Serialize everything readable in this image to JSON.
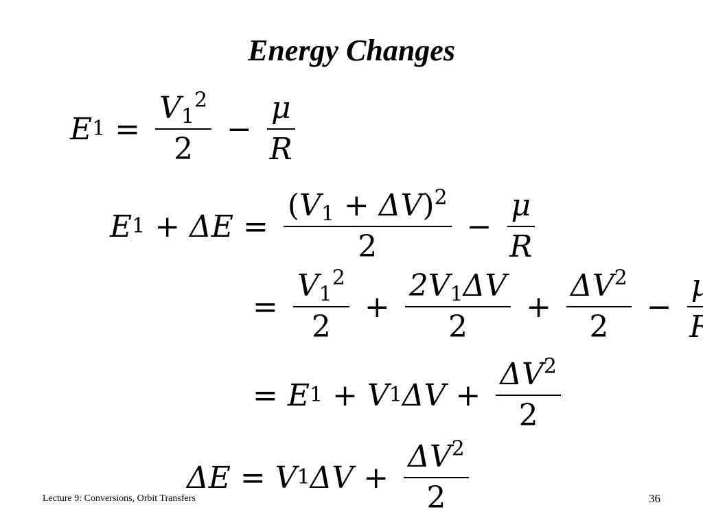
{
  "title": "Energy Changes",
  "footer": {
    "left": "Lecture 9: Conversions, Orbit Transfers",
    "page_number": "36"
  },
  "equations": {
    "e1": {
      "lhs": "E",
      "lhs_sub": "1",
      "rel": "=",
      "f1_num": "V",
      "f1_num_sub": "1",
      "f1_num_sup": "2",
      "f1_den": "2",
      "op1": "−",
      "f2_num": "μ",
      "f2_den": "R"
    },
    "e2": {
      "lhs_a": "E",
      "lhs_a_sub": "1",
      "lhs_op": "+",
      "lhs_b": "ΔE",
      "rel": "=",
      "f1_num_open": "(",
      "f1_num_v": "V",
      "f1_num_v_sub": "1",
      "f1_num_op": "+",
      "f1_num_dv": "ΔV",
      "f1_num_close": ")",
      "f1_num_sup": "2",
      "f1_den": "2",
      "op1": "−",
      "f2_num": "μ",
      "f2_den": "R"
    },
    "e3": {
      "rel": "=",
      "f1_num": "V",
      "f1_num_sub": "1",
      "f1_num_sup": "2",
      "f1_den": "2",
      "op1": "+",
      "f2_num_a": "2V",
      "f2_num_a_sub": "1",
      "f2_num_b": "ΔV",
      "f2_den": "2",
      "op2": "+",
      "f3_num": "ΔV",
      "f3_num_sup": "2",
      "f3_den": "2",
      "op3": "−",
      "f4_num": "μ",
      "f4_den": "R"
    },
    "e4": {
      "rel": "=",
      "t1": "E",
      "t1_sub": "1",
      "op1": "+",
      "t2": "V",
      "t2_sub": "1",
      "t3": "ΔV",
      "op2": "+",
      "f_num": "ΔV",
      "f_num_sup": "2",
      "f_den": "2"
    },
    "e5": {
      "lhs": "ΔE",
      "rel": "=",
      "t1": "V",
      "t1_sub": "1",
      "t2": "ΔV",
      "op1": "+",
      "f_num": "ΔV",
      "f_num_sup": "2",
      "f_den": "2"
    }
  }
}
